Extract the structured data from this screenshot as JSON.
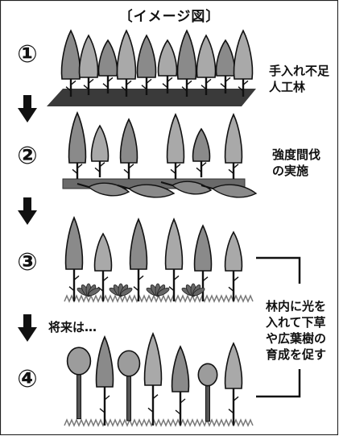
{
  "title": "〔イメージ図〕",
  "steps": [
    {
      "number": "①",
      "caption_lines": [
        "手入れ不足",
        "人工林"
      ]
    },
    {
      "number": "②",
      "caption_lines": [
        "強度間伐",
        "の実施"
      ]
    },
    {
      "number": "③",
      "caption_lines": []
    },
    {
      "number": "④",
      "caption_lines": []
    }
  ],
  "future_label": "将来は…",
  "bracket_text_lines": [
    "林内に光を",
    "入れて下草",
    "や広葉樹の",
    "育成を促す"
  ],
  "colors": {
    "conifer_fill": "#8a8a8a",
    "conifer_light": "#a9a9a9",
    "broadleaf_fill": "#9c9c9c",
    "ground_dark": "#3a3a3a",
    "ground_mid": "#6a6a6a",
    "grass": "#777777",
    "border": "#222222"
  }
}
